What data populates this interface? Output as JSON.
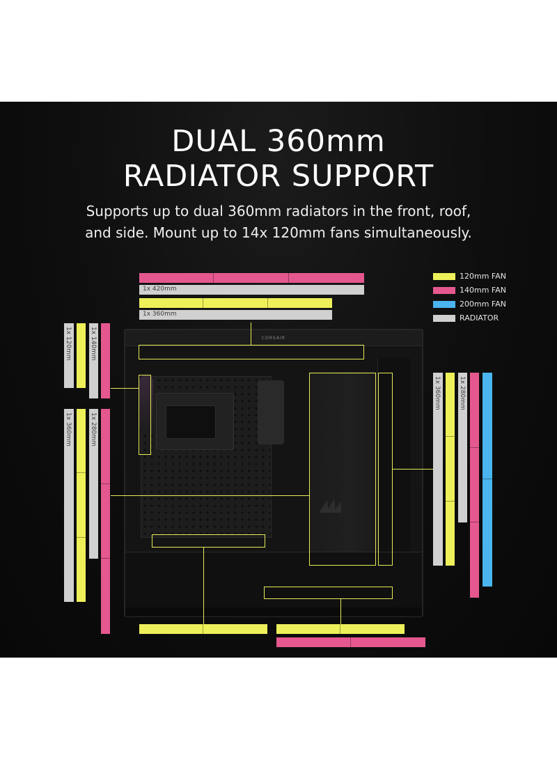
{
  "headline": {
    "line1": "DUAL 360mm",
    "line2": "RADIATOR SUPPORT"
  },
  "subhead": {
    "line1": "Supports up to dual 360mm radiators in the front, roof,",
    "line2": "and side. Mount up to 14x 120mm fans simultaneously."
  },
  "case": {
    "brand": "CORSAIR"
  },
  "legend": [
    {
      "label": "120mm FAN",
      "color": "#eef05a"
    },
    {
      "label": "140mm FAN",
      "color": "#e5588f"
    },
    {
      "label": "200mm FAN",
      "color": "#4ab5ee"
    },
    {
      "label": "RADIATOR",
      "color": "#d0d0d0"
    }
  ],
  "mounts": {
    "top_420": "1x 420mm",
    "top_360": "1x 360mm",
    "left_120": "1x 120mm",
    "left_140": "1x 140mm",
    "left_360": "1x 360mm",
    "left_280": "1x 280mm",
    "right_360": "1x 360mm",
    "right_280": "1x 280mm"
  },
  "colors": {
    "fan120": "#eef05a",
    "fan140": "#e5588f",
    "fan200": "#4ab5ee",
    "radiator": "#d0d0d0"
  }
}
